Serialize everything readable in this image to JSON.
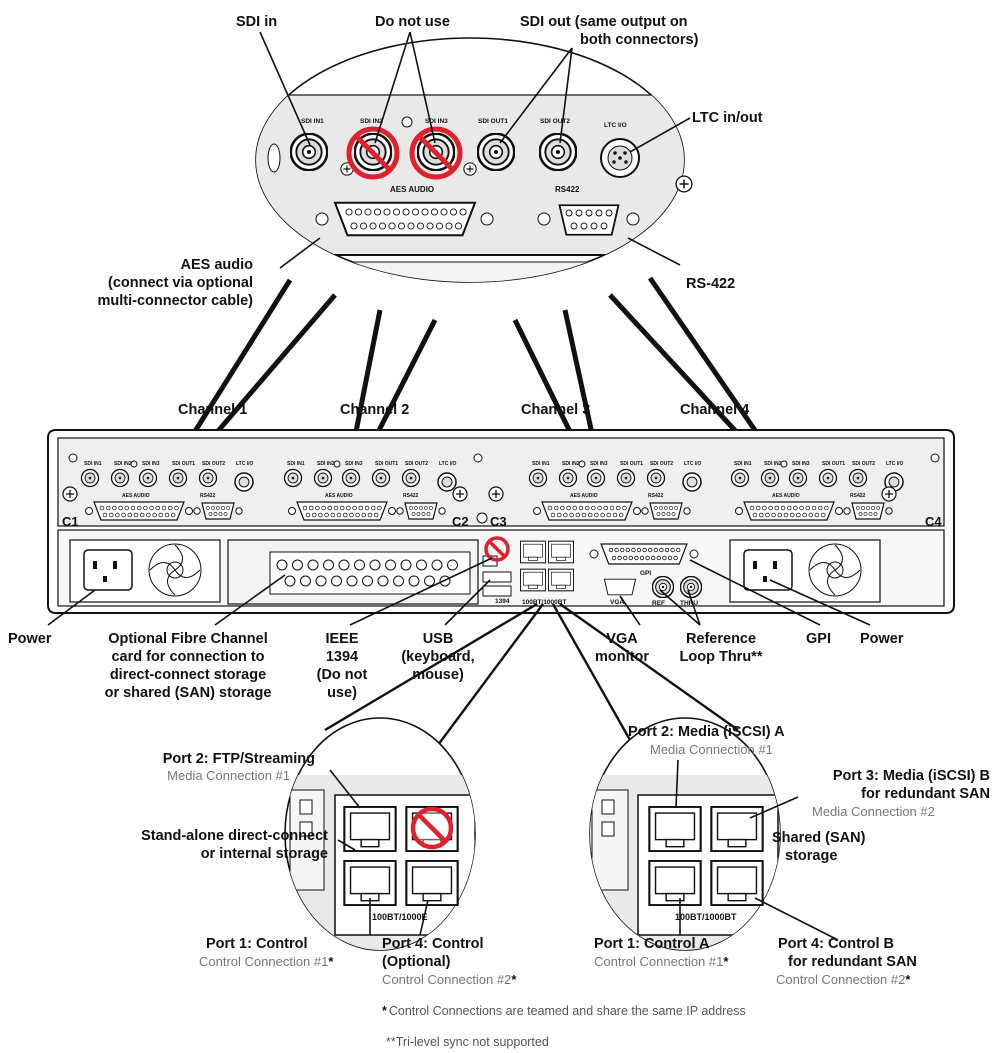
{
  "callouts": {
    "sdi_in": "SDI in",
    "do_not_use": "Do not use",
    "sdi_out": [
      "SDI out (same output on",
      "both connectors)"
    ],
    "ltc": "LTC in/out",
    "aes_audio": [
      "AES audio",
      "(connect via optional",
      "multi-connector cable)"
    ],
    "rs422": "RS-422",
    "channels": [
      "Channel 1",
      "Channel 2",
      "Channel 3",
      "Channel 4"
    ],
    "power_left": "Power",
    "power_right": "Power",
    "fibre": [
      "Optional Fibre Channel",
      "card for connection to",
      "direct-connect storage",
      "or shared (SAN) storage"
    ],
    "ieee": [
      "IEEE",
      "1394",
      "(Do not",
      "use)"
    ],
    "usb": [
      "USB",
      "(keyboard,",
      "mouse)"
    ],
    "vga": [
      "VGA",
      "monitor"
    ],
    "reference": [
      "Reference",
      "Loop Thru**"
    ],
    "gpi": "GPI"
  },
  "panel_labels": {
    "sdi_in1": "SDI IN1",
    "sdi_in2": "SDI IN2",
    "sdi_in3": "SDI IN3",
    "sdi_out1": "SDI OUT1",
    "sdi_out2": "SDI OUT2",
    "ltc_io": "LTC I/O",
    "aes_audio": "AES AUDIO",
    "rs422": "RS422",
    "c1": "C1",
    "c2": "C2",
    "c3": "C3",
    "c4": "C4",
    "net_speed": "100BT/1000BT",
    "gpi": "GPI",
    "vga": "VGA",
    "ref": "REF",
    "thru": "THRU",
    "fw": "1394"
  },
  "left_detail": {
    "port2_title": "Port 2: FTP/Streaming",
    "port2_sub": "Media Connection #1",
    "storage": [
      "Stand-alone direct-connect",
      "or internal storage"
    ],
    "port1_title": "Port 1: Control",
    "port1_sub": "Control Connection #1",
    "port4_title": [
      "Port 4: Control",
      "(Optional)"
    ],
    "port4_sub": "Control Connection #2",
    "speed": "100BT/1000E"
  },
  "right_detail": {
    "port2_title": "Port 2: Media (iSCSI) A",
    "port2_sub": "Media Connection #1",
    "port3_title": [
      "Port 3: Media (iSCSI) B",
      "for redundant SAN"
    ],
    "port3_sub": "Media Connection #2",
    "shared": [
      "Shared (SAN)",
      "storage"
    ],
    "port1_title": "Port 1: Control A",
    "port1_sub": "Control Connection #1",
    "port4_title": [
      "Port 4: Control B",
      "for redundant SAN"
    ],
    "port4_sub": "Control Connection #2",
    "speed": "100BT/1000BT"
  },
  "footnotes": {
    "star": "*",
    "note1": "Control Connections are teamed and share the same IP address",
    "note2": "**Tri-level sync not supported"
  },
  "colors": {
    "prohibit": "#e0202a",
    "line": "#111111",
    "sub_text": "#777777",
    "panel_fill": "#e4e4e4"
  }
}
